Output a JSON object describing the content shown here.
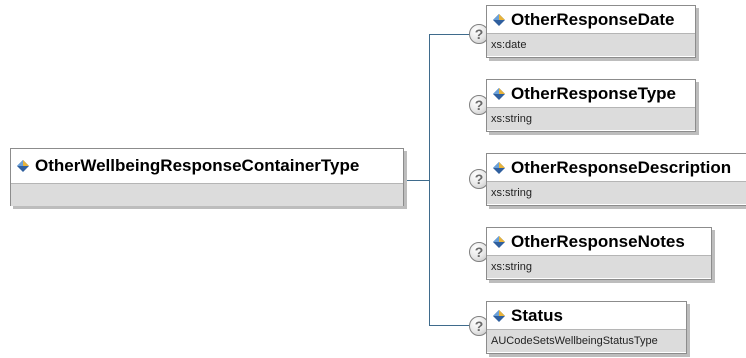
{
  "root": {
    "name": "OtherWellbeingResponseContainerType",
    "icon": "element-diamond-icon"
  },
  "children": [
    {
      "name": "OtherResponseDate",
      "type": "xs:date",
      "icon": "element-diamond-icon",
      "help_icon": "question-icon",
      "help_label": "?"
    },
    {
      "name": "OtherResponseType",
      "type": "xs:string",
      "icon": "element-diamond-icon",
      "help_icon": "question-icon",
      "help_label": "?"
    },
    {
      "name": "OtherResponseDescription",
      "type": "xs:string",
      "icon": "element-diamond-icon",
      "help_icon": "question-icon",
      "help_label": "?"
    },
    {
      "name": "OtherResponseNotes",
      "type": "xs:string",
      "icon": "element-diamond-icon",
      "help_icon": "question-icon",
      "help_label": "?"
    },
    {
      "name": "Status",
      "type": "AUCodeSetsWellbeingStatusType",
      "icon": "element-diamond-icon",
      "help_icon": "question-icon",
      "help_label": "?"
    }
  ],
  "colors": {
    "connector": "#3f6b8c",
    "box_border": "#8c8c8c",
    "type_band": "#dcdcdc"
  }
}
